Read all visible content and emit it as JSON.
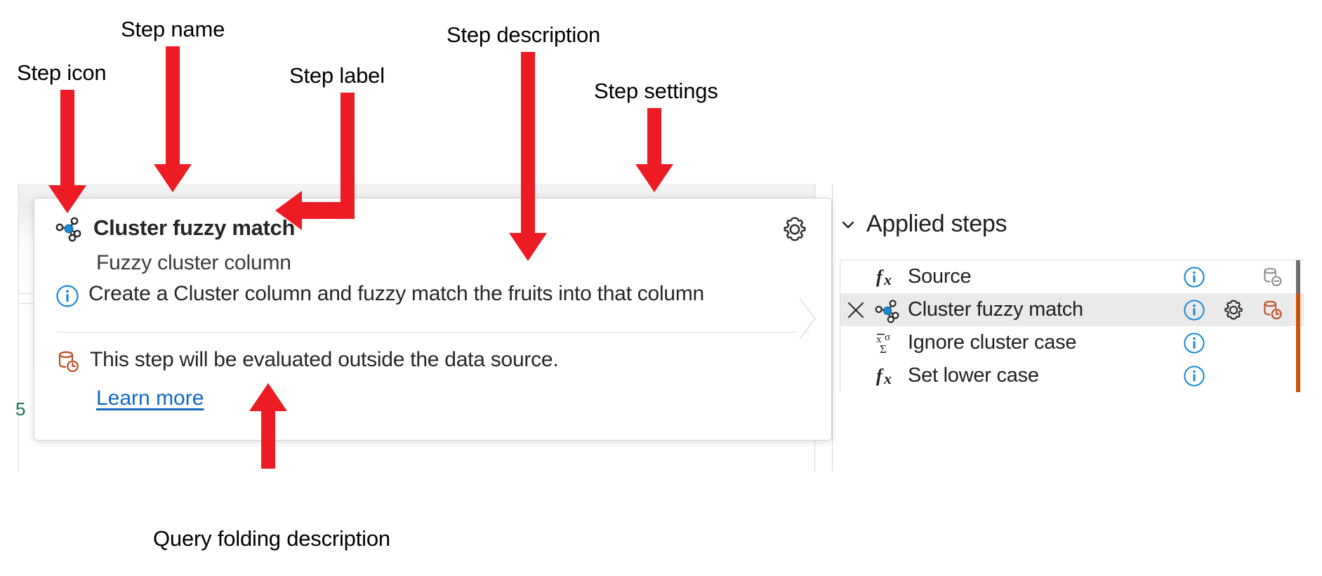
{
  "annotations": [
    {
      "id": "step-icon",
      "label": "Step icon"
    },
    {
      "id": "step-name",
      "label": "Step name"
    },
    {
      "id": "step-label",
      "label": "Step label"
    },
    {
      "id": "step-description",
      "label": "Step description"
    },
    {
      "id": "step-settings",
      "label": "Step settings"
    },
    {
      "id": "query-folding",
      "label": "Query folding description"
    }
  ],
  "tooltip": {
    "step_icon_name": "cluster-fuzzy-match-icon",
    "title": "Cluster fuzzy match",
    "label": "Fuzzy cluster column",
    "description": "Create a Cluster column and fuzzy match the fruits into that column",
    "info_icon_name": "info-icon",
    "settings_icon_name": "gear-icon",
    "folding_icon_name": "query-folding-not-supported-icon",
    "folding_text": "This step will be evaluated outside the data source.",
    "learn_more": "Learn more"
  },
  "applied_steps": {
    "header": "Applied steps",
    "chevron_icon": "chevron-down-icon",
    "rows": [
      {
        "name": "Source",
        "icon": "fx-icon",
        "deletable": false,
        "has_info": true,
        "has_gear": false,
        "fold_icon": "database-disabled-icon",
        "bar": "gray",
        "selected": false
      },
      {
        "name": "Cluster fuzzy match",
        "icon": "cluster-fuzzy-match-icon",
        "deletable": true,
        "has_info": true,
        "has_gear": true,
        "fold_icon": "database-clock-icon",
        "bar": "orange",
        "selected": true
      },
      {
        "name": "Ignore cluster case",
        "icon": "statistics-icon",
        "deletable": false,
        "has_info": true,
        "has_gear": false,
        "fold_icon": "none",
        "bar": "orange",
        "selected": false
      },
      {
        "name": "Set lower case",
        "icon": "fx-icon",
        "deletable": false,
        "has_info": true,
        "has_gear": false,
        "fold_icon": "none",
        "bar": "orange",
        "selected": false
      }
    ]
  },
  "background": {
    "cell_value": "5"
  },
  "colors": {
    "annotation_arrow": "#ed1c24",
    "accent_blue": "#1b8ad6",
    "link_blue": "#1268c3",
    "folding_red": "#c04a23",
    "selected_row": "#eaeaea",
    "bar_orange": "#d2510a",
    "bar_gray": "#6e6e6e",
    "cell_green": "#1a7a52"
  }
}
